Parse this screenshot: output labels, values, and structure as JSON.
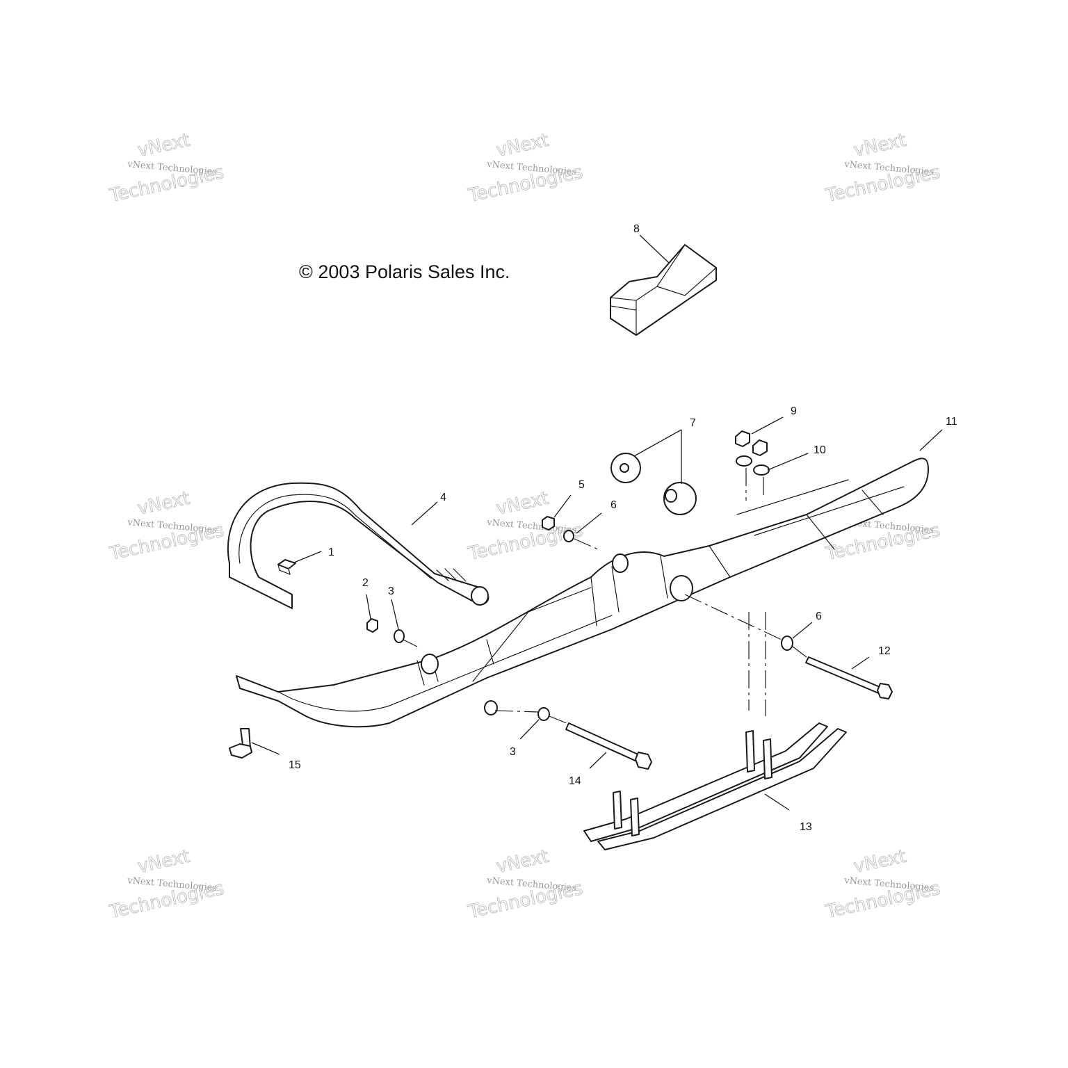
{
  "copyright": "© 2003 Polaris Sales Inc.",
  "watermark": {
    "line_small": "vNext Technologies",
    "line_big_top": "vNext",
    "line_big_bottom": "Technologies",
    "color": "#9a9a9a"
  },
  "callouts": {
    "c1": "1",
    "c2": "2",
    "c3a": "3",
    "c3b": "3",
    "c4": "4",
    "c5": "5",
    "c6a": "6",
    "c6b": "6",
    "c7": "7",
    "c8": "8",
    "c9": "9",
    "c10": "10",
    "c11": "11",
    "c12": "12",
    "c13": "13",
    "c14": "14",
    "c15": "15"
  },
  "parts": [
    {
      "ref": "1",
      "icon": "pin-icon"
    },
    {
      "ref": "2",
      "icon": "nut-icon"
    },
    {
      "ref": "3",
      "icon": "washer-icon"
    },
    {
      "ref": "4",
      "icon": "ski-loop-handle-icon"
    },
    {
      "ref": "5",
      "icon": "nut-icon"
    },
    {
      "ref": "6",
      "icon": "washer-icon"
    },
    {
      "ref": "7",
      "icon": "bushing-icon"
    },
    {
      "ref": "8",
      "icon": "ski-saddle-icon"
    },
    {
      "ref": "9",
      "icon": "nut-icon"
    },
    {
      "ref": "10",
      "icon": "washer-icon"
    },
    {
      "ref": "11",
      "icon": "ski-icon"
    },
    {
      "ref": "12",
      "icon": "bolt-icon"
    },
    {
      "ref": "13",
      "icon": "wear-bar-icon"
    },
    {
      "ref": "14",
      "icon": "bolt-icon"
    },
    {
      "ref": "15",
      "icon": "bolt-icon"
    }
  ]
}
